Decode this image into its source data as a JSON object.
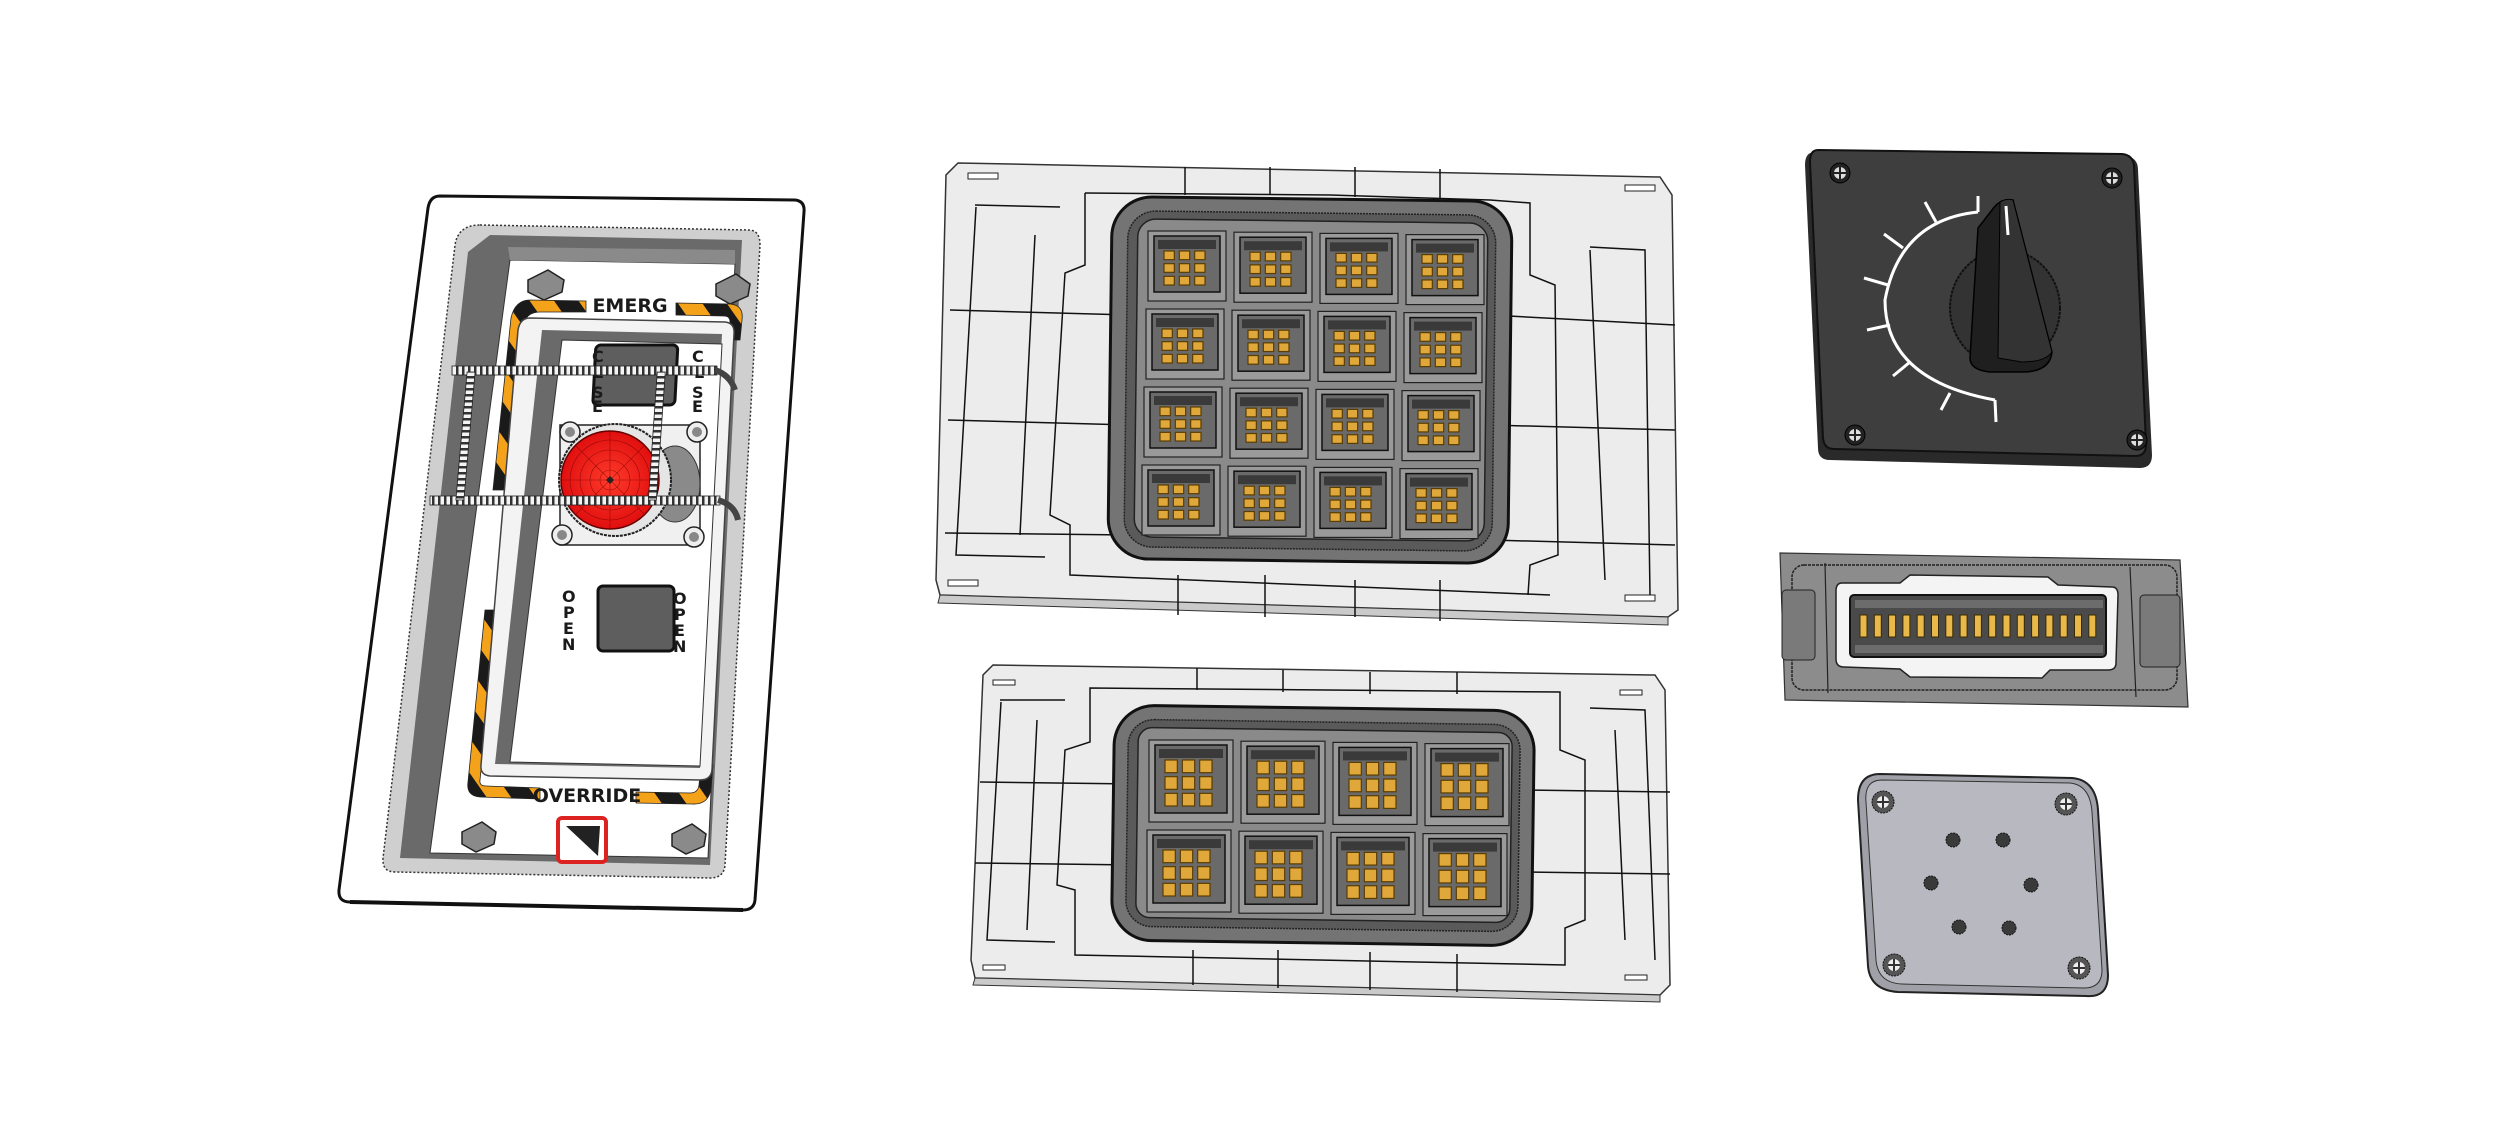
{
  "scene": {
    "background": "#ffffff",
    "description": "3D render of sci-fi control panel props"
  },
  "emergency_panel": {
    "top_label": "EMERG",
    "bottom_label": "OVERRIDE",
    "close_label_left": "CLSE",
    "close_label_right": "CLSE",
    "open_label_left": "OPEN",
    "open_label_right": "OPEN",
    "button_color": "#ee1111",
    "hazard_colors": [
      "#f5a21b",
      "#1a1a1a"
    ],
    "override_icon": "override-square-icon",
    "override_border_color": "#dd2222"
  },
  "connector_panel_large": {
    "rows": 4,
    "cols": 4,
    "pins_per_cell": 9,
    "pin_color": "#e0a83a",
    "housing_color": "#6e6e6e",
    "plate_color": "#e8e8e8"
  },
  "connector_panel_small": {
    "rows": 2,
    "cols": 4,
    "pins_per_cell": 9,
    "pin_color": "#e0a83a"
  },
  "knob_panel": {
    "plate_color": "#3c3c3c",
    "tick_count": 8,
    "tick_color": "#ffffff",
    "screws": 4
  },
  "slot_connector": {
    "pin_count": 17,
    "pin_color": "#e8b84a",
    "plate_color": "#8c8c8c"
  },
  "mount_plate": {
    "plate_color": "#b8b8c0",
    "hole_count": 6,
    "screws": 4
  }
}
